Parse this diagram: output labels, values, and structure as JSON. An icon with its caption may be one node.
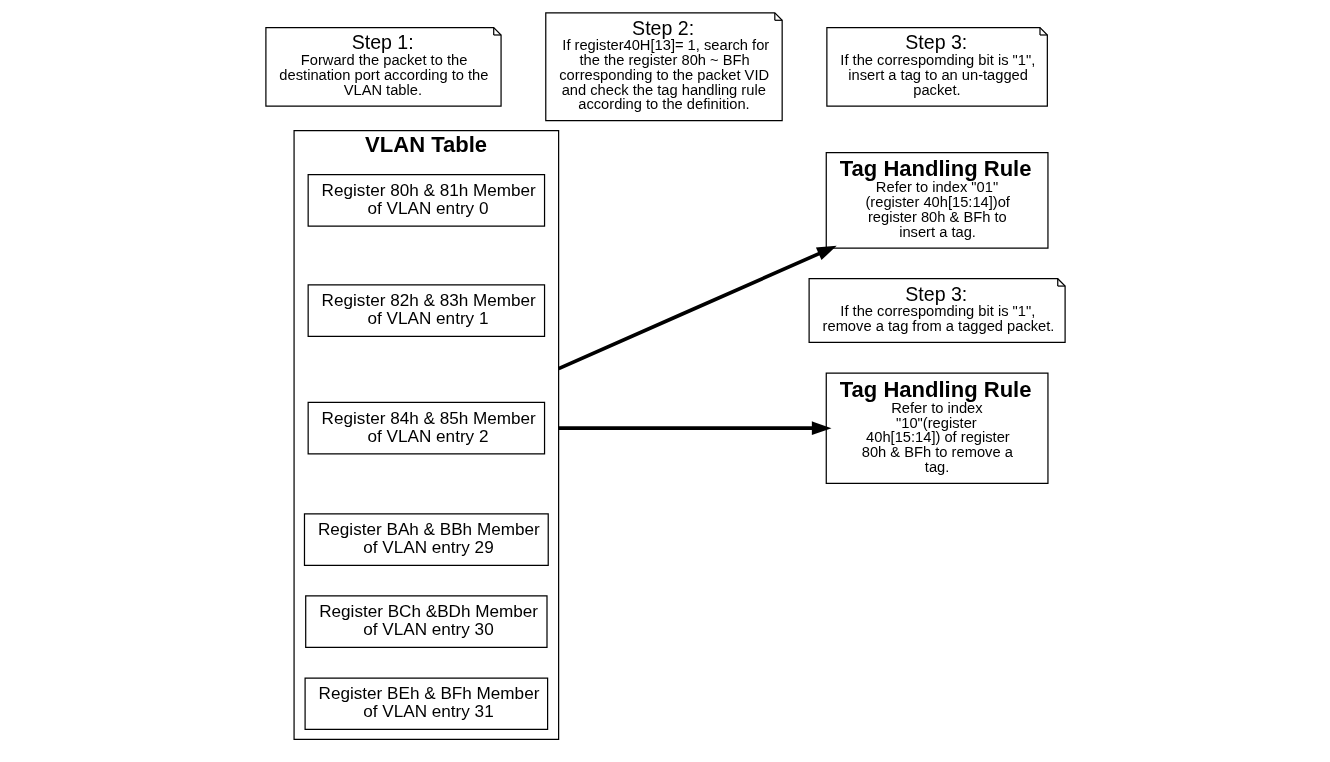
{
  "diagram": {
    "nodes": [
      {
        "text": [
          "Step 1:",
          "Forward the packet to the destination port according to the VLAN table."
        ]
      },
      {
        "text": [
          "Step 2:",
          "If register40H[13]= 1, search for the the register 80h ~ BFh corresponding to the packet VID and check the tag handling rule according to the definition."
        ]
      },
      {
        "text": [
          "Step 3:",
          "If the correspomding bit is \"1\",  insert a tag to an un-tagged packet."
        ]
      },
      {
        "text": [
          "VLAN Table"
        ]
      },
      {
        "text": [
          "Register 80h & 81h Member of VLAN entry 0"
        ],
        "in": 3
      },
      {
        "text": [
          "Register 82h & 83h Member of VLAN entry 1"
        ],
        "in": 3
      },
      {
        "text": [
          "Register 84h & 85h Member of VLAN entry 2"
        ],
        "in": 3
      },
      {
        "text": [
          "Register BAh & BBh Member of VLAN entry 29"
        ],
        "in": 3
      },
      {
        "text": [
          "Register BCh &BDh Member of VLAN entry 30"
        ],
        "in": 3
      },
      {
        "text": [
          "Register BEh & BFh Member of VLAN entry 31"
        ],
        "in": 3
      },
      {
        "text": [
          "Tag Handling Rule",
          "Refer to index \"01\" (register 40h[15:14])of register 80h & BFh to insert a tag."
        ]
      },
      {
        "text": [
          "Step 3:",
          "If the correspomding bit is \"1\",  remove a tag from a tagged packet."
        ]
      },
      {
        "text": [
          "Tag Handling Rule",
          "Refer to index \"10\"(register 40h[15:14]) of register 80h & BFh to remove a tag."
        ]
      }
    ],
    "edges": [
      {
        "from": 3,
        "to": 10,
        "arrow": "to"
      },
      {
        "from": 3,
        "to": 12,
        "arrow": "to"
      }
    ]
  }
}
